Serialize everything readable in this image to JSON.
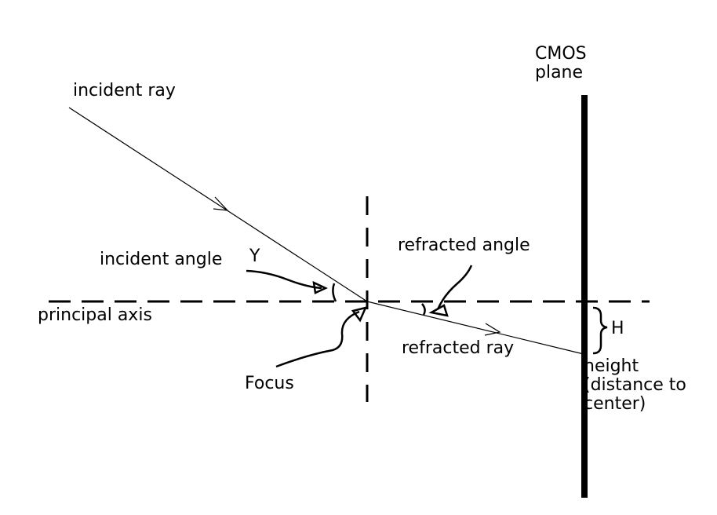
{
  "colors": {
    "stroke": "#000000",
    "background": "#ffffff"
  },
  "labels": {
    "incident_ray": "incident ray",
    "incident_angle": "incident angle",
    "gamma_symbol": "Y",
    "principal_axis": "principal axis",
    "focus": "Focus",
    "refracted_angle": "refracted angle",
    "refracted_ray": "refracted ray",
    "cmos_plane": "CMOS\nplane",
    "H": "H",
    "height": "height\n(distance to\ncenter)"
  }
}
